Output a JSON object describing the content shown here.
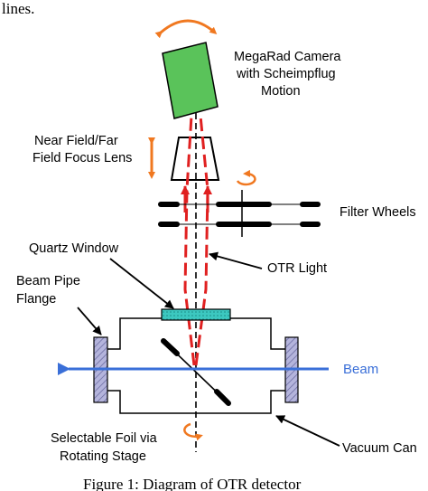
{
  "fragment_top": "lines.",
  "caption": "Figure 1: Diagram of OTR detector",
  "labels": {
    "camera": [
      "MegaRad Camera",
      "with Scheimpflug",
      "Motion"
    ],
    "lens": [
      "Near Field/Far",
      "Field Focus Lens"
    ],
    "filter_wheels": "Filter Wheels",
    "quartz_window": "Quartz Window",
    "otr_light": "OTR Light",
    "beam_pipe": [
      "Beam Pipe",
      "Flange"
    ],
    "beam": "Beam",
    "foil": [
      "Selectable Foil via",
      "Rotating Stage"
    ],
    "vacuum": "Vacuum Can"
  },
  "colors": {
    "camera": "#5ac35a",
    "motion_arrows": "#f07820",
    "otr_light": "#e02020",
    "beam": "#3a6fd8",
    "window": "#3cc8c0",
    "flange": "#b4b4dc"
  }
}
